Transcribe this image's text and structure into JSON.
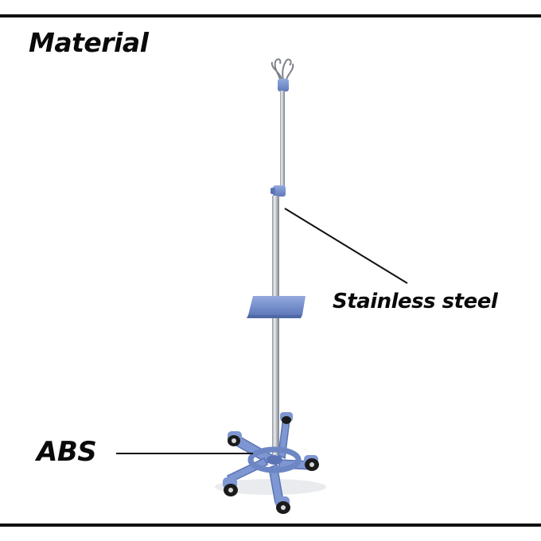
{
  "header": {
    "title": "Material"
  },
  "callouts": {
    "stainless": "Stainless steel",
    "abs": "ABS"
  },
  "colors": {
    "frame": "#111111",
    "abs_plastic": "#7e97d2",
    "abs_plastic_shadow": "#5a74b4",
    "steel": "#c9ccd2",
    "wheel": "#1b1b1b",
    "text": "#0a0a0a"
  },
  "icons": {
    "product": "iv-pole-stand"
  }
}
